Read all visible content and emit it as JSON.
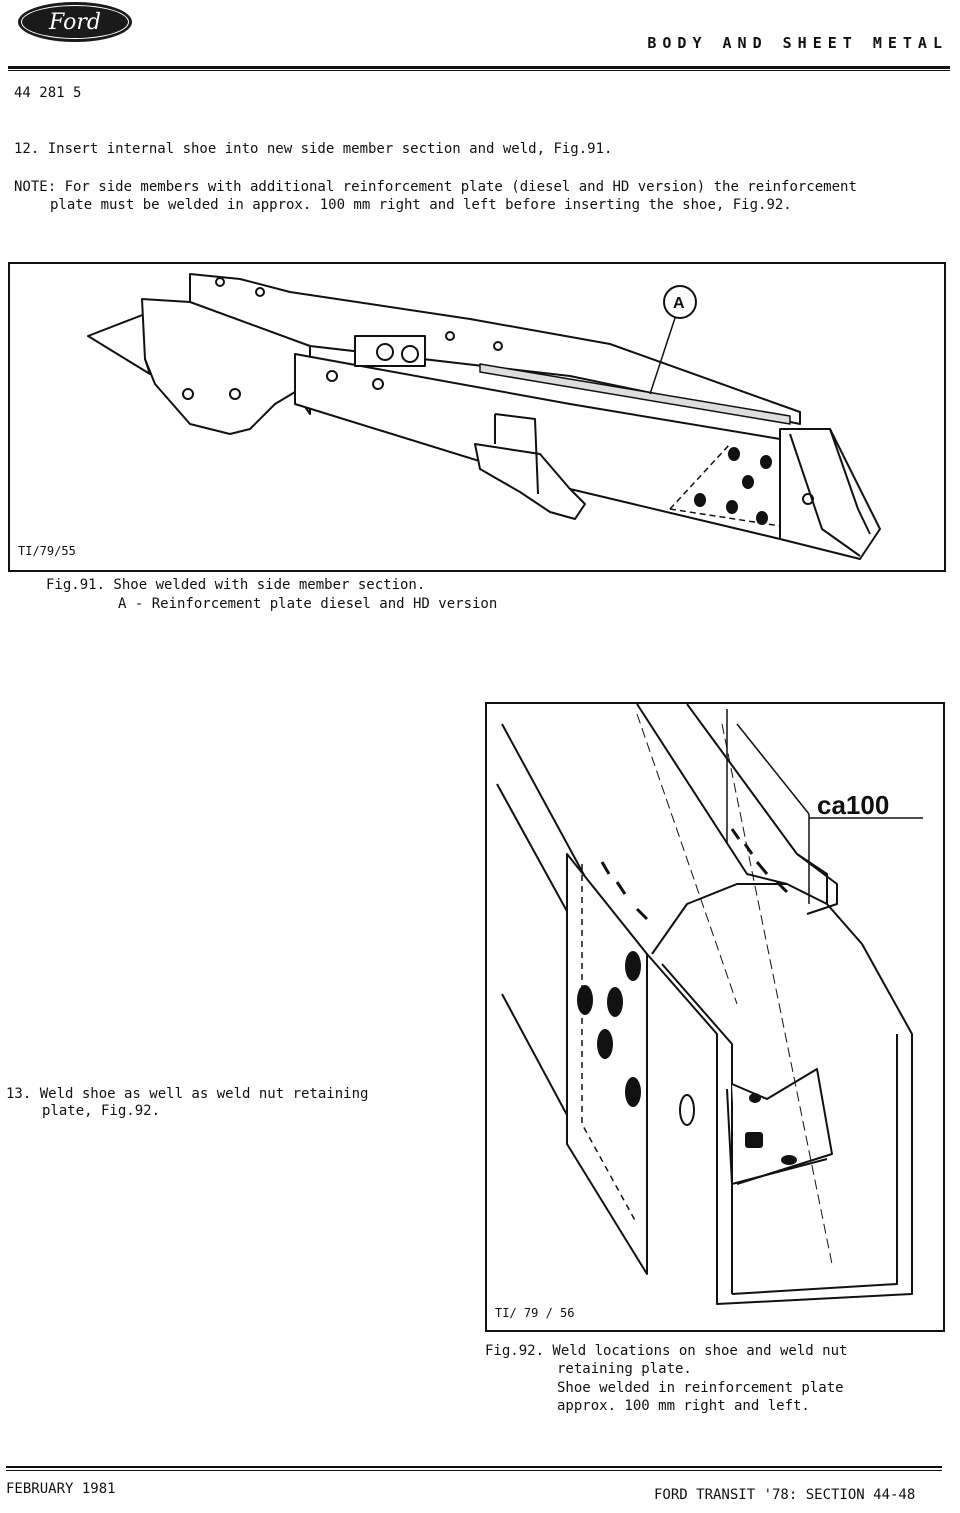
{
  "header": {
    "logo_text": "Ford",
    "section_title": "BODY AND SHEET METAL"
  },
  "doc_number": "44 281 5",
  "steps": {
    "step12": "12. Insert internal shoe into new side member section and weld, Fig.91.",
    "note_line1": "NOTE: For side members with additional reinforcement plate (diesel and HD version) the reinforcement",
    "note_line2": "plate must be welded in approx. 100 mm right and left before inserting the shoe, Fig.92.",
    "step13_line1": "13. Weld shoe as well as weld nut retaining",
    "step13_line2": "plate, Fig.92."
  },
  "fig91": {
    "ref": "TI/79/55",
    "callout": "A",
    "caption_line1": "Fig.91. Shoe welded with side member section.",
    "caption_line2": "A - Reinforcement plate diesel and HD version"
  },
  "fig92": {
    "ref": "TI/ 79 / 56",
    "dimension_label": "ca100",
    "caption_line1": "Fig.92. Weld locations on shoe and weld nut",
    "caption_line2": "retaining plate.",
    "caption_line3": "Shoe welded in reinforcement plate",
    "caption_line4": "approx. 100 mm right and left."
  },
  "footer": {
    "date": "FEBRUARY 1981",
    "publication": "FORD TRANSIT '78: SECTION 44-48"
  }
}
